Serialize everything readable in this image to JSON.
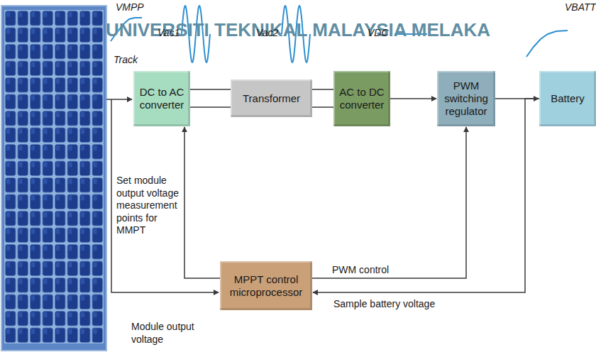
{
  "diagram": {
    "nodes": [
      {
        "text": [
          "DC to AC converter"
        ]
      },
      {
        "text": [
          "Transformer"
        ]
      },
      {
        "text": [
          "AC to DC converter"
        ]
      },
      {
        "text": [
          "PWM switching regulator"
        ]
      },
      {
        "text": [
          "Battery"
        ]
      },
      {
        "text": [
          "MPPT control microprocessor"
        ]
      }
    ],
    "edges": [
      {
        "from": 0,
        "to": 1,
        "arrow": "none"
      },
      {
        "from": 1,
        "to": 2,
        "arrow": "none"
      },
      {
        "from": 2,
        "to": 3,
        "arrow": "to"
      },
      {
        "from": 3,
        "to": 4,
        "arrow": "to"
      },
      {
        "from": 5,
        "to": 0,
        "arrow": "to"
      },
      {
        "from": 5,
        "to": 3,
        "arrow": "to",
        "label": "PWM control"
      },
      {
        "from": 4,
        "to": 5,
        "arrow": "to",
        "label": "Sample battery voltage"
      }
    ],
    "labels": [
      "UNIVERSITI TEKNIKAL MALAYSIA MELAKA",
      "VMPP",
      "Track",
      "Vac1",
      "Vac2",
      "VDC",
      "VBATT",
      "Set module output voltage measurement points for MMPT",
      "Module output voltage"
    ]
  }
}
